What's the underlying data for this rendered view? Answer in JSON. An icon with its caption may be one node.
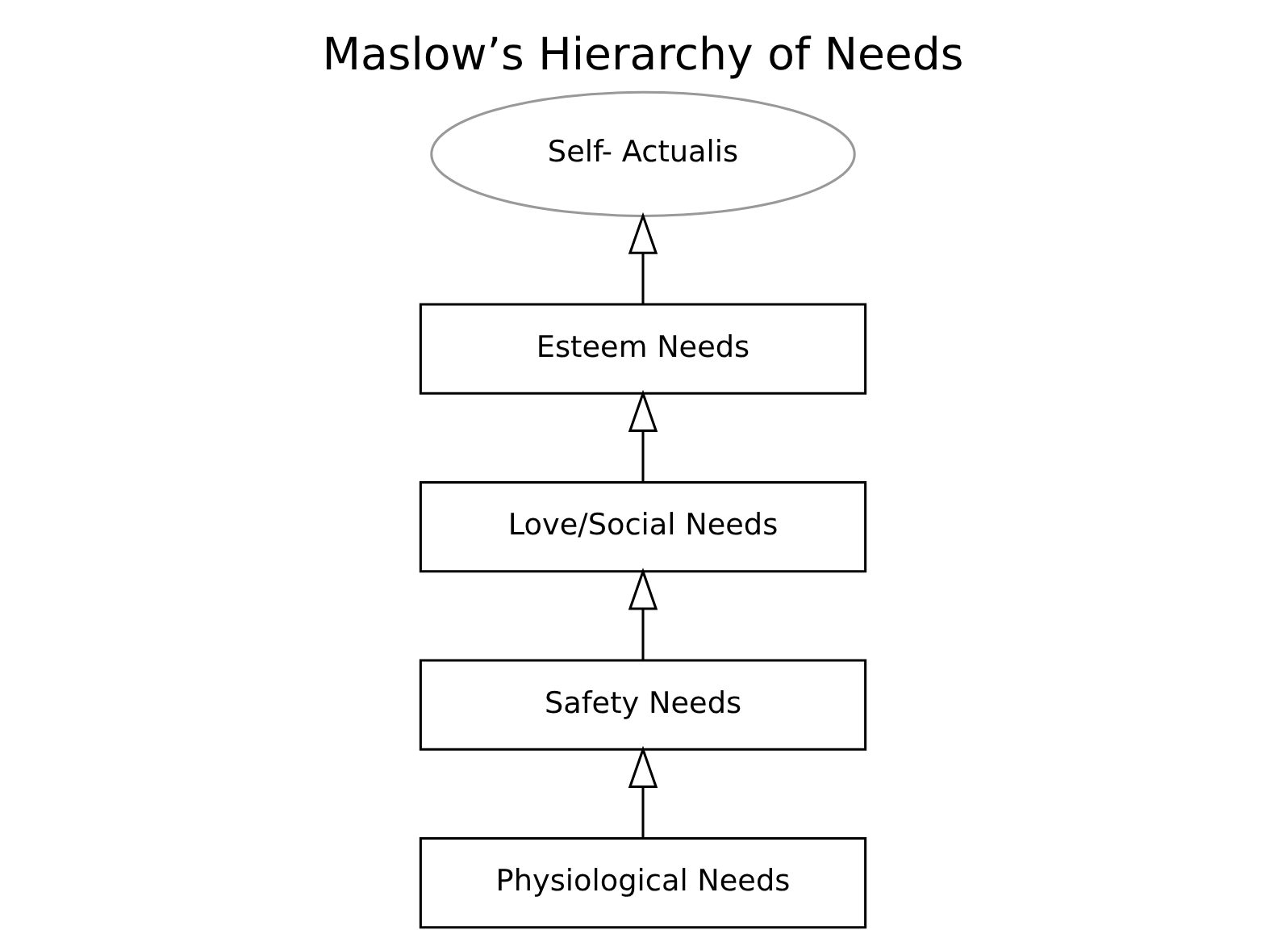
{
  "diagram": {
    "title": "Maslow’s Hierarchy of Needs",
    "nodes": [
      {
        "text": [
          "Self- Actualis"
        ]
      },
      {
        "text": [
          "Esteem Needs"
        ]
      },
      {
        "text": [
          "Love/Social Needs"
        ]
      },
      {
        "text": [
          "Safety Needs"
        ]
      },
      {
        "text": [
          "Physiological Needs"
        ]
      }
    ],
    "edges": [
      {
        "from": 4,
        "to": 3,
        "arrow": "to"
      },
      {
        "from": 3,
        "to": 2,
        "arrow": "to"
      },
      {
        "from": 2,
        "to": 1,
        "arrow": "to"
      },
      {
        "from": 1,
        "to": 0,
        "arrow": "to"
      }
    ]
  }
}
